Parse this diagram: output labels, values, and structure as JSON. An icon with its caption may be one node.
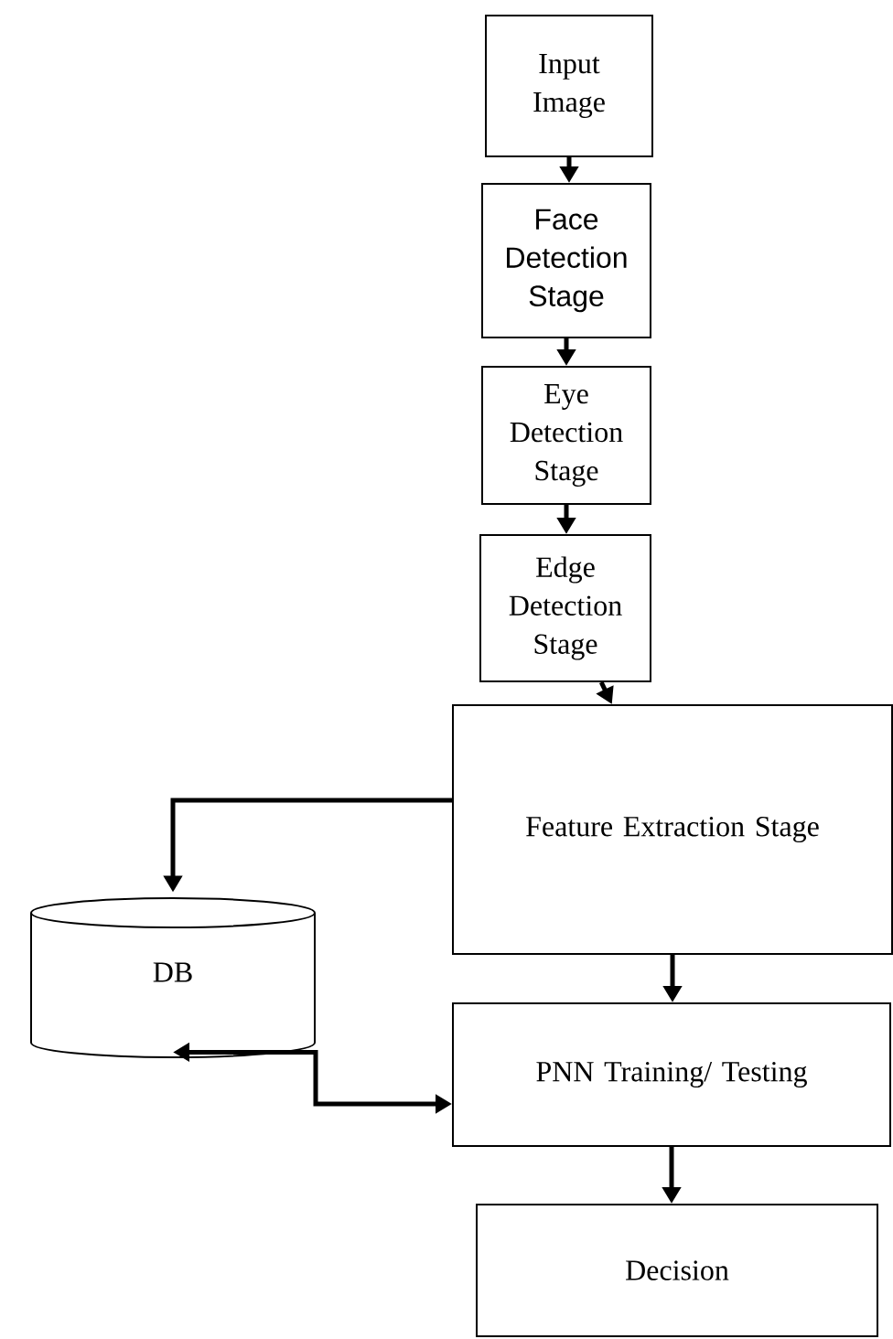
{
  "diagram": {
    "nodes": [
      {
        "text": [
          "Input Image"
        ]
      },
      {
        "text": [
          "Face Detection Stage"
        ]
      },
      {
        "text": [
          "Eye Detection Stage"
        ]
      },
      {
        "text": [
          "Edge Detection Stage"
        ]
      },
      {
        "text": [
          "Feature Extraction Stage"
        ]
      },
      {
        "text": [
          "DB"
        ]
      },
      {
        "text": [
          "PNN Training/ Testing"
        ]
      },
      {
        "text": [
          "Decision"
        ]
      }
    ],
    "edges": [
      {
        "from": 0,
        "to": 1,
        "arrow": "to"
      },
      {
        "from": 1,
        "to": 2,
        "arrow": "to"
      },
      {
        "from": 2,
        "to": 3,
        "arrow": "to"
      },
      {
        "from": 3,
        "to": 4,
        "arrow": "to"
      },
      {
        "from": 4,
        "to": 5,
        "arrow": "to"
      },
      {
        "from": 4,
        "to": 6,
        "arrow": "to"
      },
      {
        "from": 6,
        "to": 7,
        "arrow": "to"
      },
      {
        "from": 5,
        "to": 6,
        "arrow": "both"
      }
    ]
  }
}
